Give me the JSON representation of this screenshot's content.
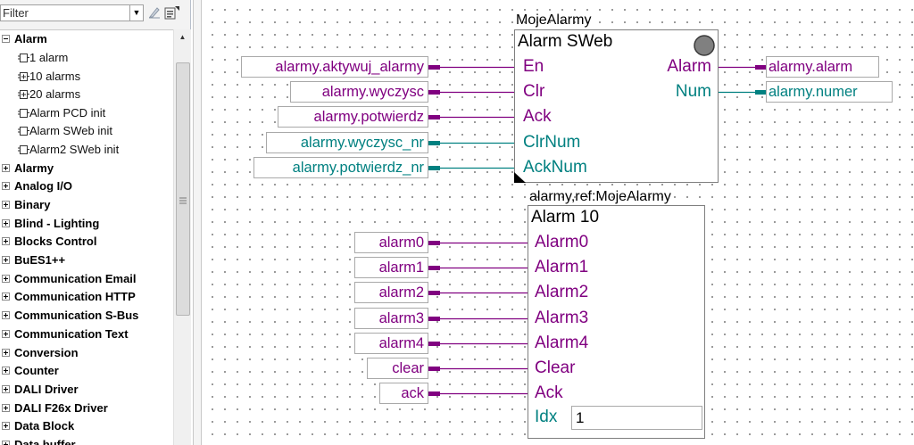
{
  "filter": {
    "placeholder": "Filter",
    "value": "Filter"
  },
  "tree": {
    "alarm_category": "Alarm",
    "alarm_children": [
      "1 alarm",
      "10 alarms",
      "20 alarms",
      "Alarm PCD init",
      "Alarm SWeb init",
      "Alarm2 SWeb init"
    ],
    "categories": [
      "Alarmy",
      "Analog I/O",
      "Binary",
      "Blind - Lighting",
      "Blocks Control",
      "BuES1++",
      "Communication Email",
      "Communication HTTP",
      "Communication S-Bus",
      "Communication Text",
      "Conversion",
      "Counter",
      "DALI Driver",
      "DALI F26x Driver",
      "Data Block",
      "Data buffer"
    ]
  },
  "fbox_sweb": {
    "caption": "MojeAlarmy",
    "title": "Alarm SWeb",
    "inputs": [
      "En",
      "Clr",
      "Ack",
      "ClrNum",
      "AckNum"
    ],
    "outputs": [
      "Alarm",
      "Num"
    ],
    "input_values": [
      "alarmy.aktywuj_alarmy",
      "alarmy.wyczysc",
      "alarmy.potwierdz",
      "alarmy.wyczysc_nr",
      "alarmy.potwierdz_nr"
    ],
    "output_values": [
      "alarmy.alarm",
      "alarmy.numer"
    ]
  },
  "fbox_alarm10": {
    "caption": "alarmy,ref:MojeAlarmy",
    "title": "Alarm 10",
    "inputs": [
      "Alarm0",
      "Alarm1",
      "Alarm2",
      "Alarm3",
      "Alarm4",
      "Clear",
      "Ack"
    ],
    "input_values": [
      "alarm0",
      "alarm1",
      "alarm2",
      "alarm3",
      "alarm4",
      "clear",
      "ack"
    ],
    "param_label": "Idx",
    "param_value": "1"
  },
  "colors": {
    "boolean": "#800080",
    "integer": "#008080"
  }
}
